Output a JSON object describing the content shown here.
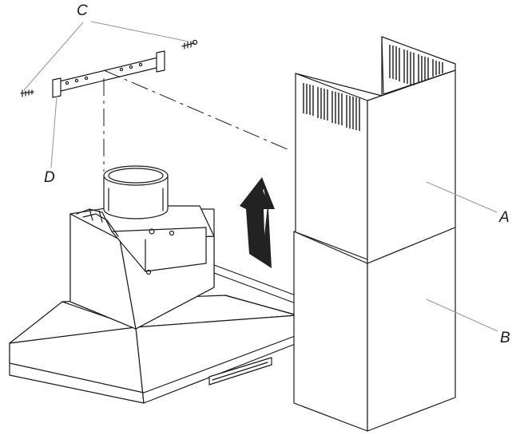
{
  "callouts": {
    "c": "C",
    "d": "D",
    "a": "A",
    "b": "B"
  },
  "colors": {
    "line": "#1a1a1a",
    "leader": "#9a9a9a",
    "vent": "#333333",
    "arrow": "#222222"
  }
}
